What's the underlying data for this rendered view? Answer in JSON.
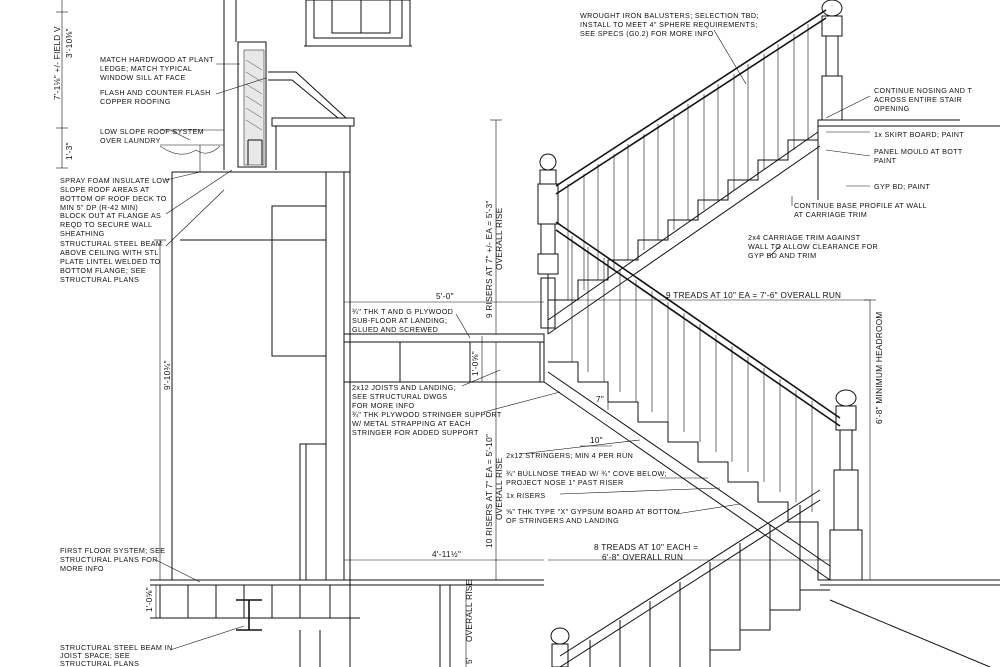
{
  "notes": {
    "balusters": [
      "WROUGHT IRON BALUSTERS; SELECTION TBD;",
      "INSTALL TO MEET 4\" SPHERE REQUIREMENTS;",
      "SEE SPECS (G0.2) FOR MORE INFO"
    ],
    "nosing": [
      "CONTINUE NOSING AND T",
      "ACROSS ENTIRE STAIR",
      "OPENING"
    ],
    "skirt": [
      "1x SKIRT BOARD; PAINT"
    ],
    "panel_mould": [
      "PANEL MOULD AT BOTT",
      "PAINT"
    ],
    "gyp_paint": [
      "GYP BD; PAINT"
    ],
    "base_profile": [
      "CONTINUE BASE PROFILE AT WALL",
      "AT CARRIAGE TRIM"
    ],
    "carriage_trim": [
      "2x4 CARRIAGE TRIM AGAINST",
      "WALL TO ALLOW CLEARANCE FOR",
      "GYP BD AND TRIM"
    ],
    "hardwood": [
      "MATCH HARDWOOD AT PLANT",
      "LEDGE; MATCH TYPICAL",
      "WINDOW SILL AT FACE"
    ],
    "flashing": [
      "FLASH AND COUNTER FLASH",
      "COPPER ROOFING"
    ],
    "low_slope": [
      "LOW SLOPE ROOF SYSTEM",
      "OVER LAUNDRY"
    ],
    "spray_foam": [
      "SPRAY FOAM INSULATE LOW",
      "SLOPE ROOF AREAS AT",
      "BOTTOM OF ROOF DECK TO",
      "MIN 5\" DP (R-42 MIN)"
    ],
    "blockout": [
      "BLOCK OUT AT FLANGE AS",
      "REQD TO SECURE WALL",
      "SHEATHING"
    ],
    "steel_beam_top": [
      "STRUCTURAL STEEL BEAM",
      "ABOVE CEILING WITH STL",
      "PLATE LINTEL WELDED TO",
      "BOTTOM FLANGE; SEE",
      "STRUCTURAL PLANS"
    ],
    "subfloor": [
      "¾\" THK T AND G PLYWOOD",
      "SUB-FLOOR AT LANDING;",
      "GLUED AND SCREWED"
    ],
    "joists": [
      "2x12 JOISTS AND LANDING;",
      "SEE STRUCTURAL DWGS",
      "FOR MORE INFO"
    ],
    "stringer_support": [
      "¾\" THK PLYWOOD STRINGER SUPPORT",
      "W/ METAL STRAPPING AT EACH",
      "STRINGER FOR ADDED SUPPORT"
    ],
    "stringers": [
      "2x12 STRINGERS; MIN 4 PER RUN"
    ],
    "bullnose": [
      "¾\" BULLNOSE TREAD W/ ¾\" COVE BELOW;",
      "PROJECT NOSE 1\" PAST RISER"
    ],
    "risers": [
      "1x RISERS"
    ],
    "gypsum_x": [
      "⅝\" THK TYPE \"X\" GYPSUM BOARD AT BOTTOM",
      "OF STRINGERS AND LANDING"
    ],
    "first_floor": [
      "FIRST FLOOR SYSTEM; SEE",
      "STRUCTURAL PLANS FOR",
      "MORE INFO"
    ],
    "steel_beam_bottom": [
      "STRUCTURAL STEEL BEAM IN",
      "JOIST SPACE; SEE",
      "STRUCTURAL PLANS"
    ]
  },
  "dims": {
    "field_verify": "7'-1⅛\" +/- FIELD V",
    "d_3_10": "3'-10⅜\"",
    "d_1_3": "1'-3\"",
    "d_9_10": "9'-10¾\"",
    "landing_5_0": "5'-0\"",
    "d_1_0": "1'-0⅝\"",
    "risers_upper": "9 RISERS AT 7\" +/- EA = 5'-3\"",
    "risers_upper_2": "OVERALL RISE",
    "treads_upper": "9 TREADS AT 10\" EA = 7'-6\" OVERALL RUN",
    "headroom": "6'-8\" MINIMUM HEADROOM",
    "tread_10": "10\"",
    "riser_7": "7\"",
    "risers_lower": "10 RISERS AT 7\" EA = 5'-10\"",
    "risers_lower_2": "OVERALL RISE",
    "d_4_11": "4'-11½\"",
    "treads_lower": "8 TREADS AT 10\" EACH =",
    "treads_lower_2": "6'-8\" OVERALL RUN",
    "d_1_0b": "1'-0⅝\"",
    "overall_rise_bottom": "OVERALL RISE",
    "d_5_bottom": "5'"
  }
}
